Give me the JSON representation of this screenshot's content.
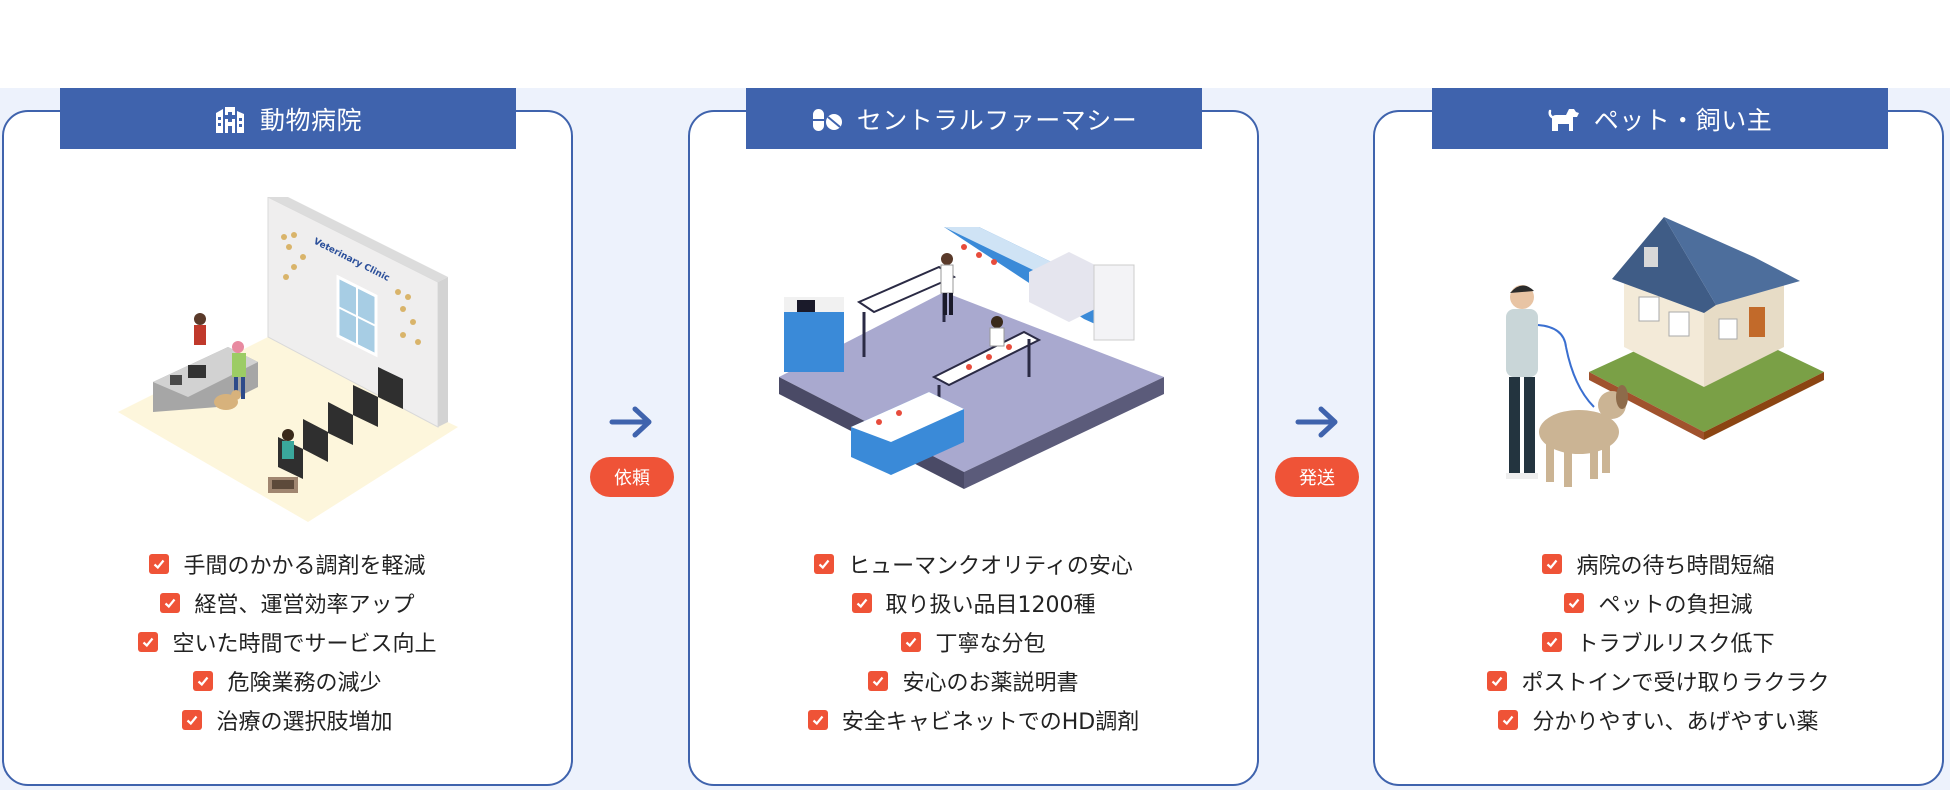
{
  "colors": {
    "primary": "#3f63ad",
    "accent": "#ef5337",
    "band": "#edf2fc"
  },
  "cards": [
    {
      "title": "動物病院",
      "icon": "hospital-building-icon",
      "illustration": "veterinary-clinic-illustration",
      "sign_text": "Veterinary Clinic",
      "items": [
        "手間のかかる調剤を軽減",
        "経営、運営効率アップ",
        "空いた時間でサービス向上",
        "危険業務の減少",
        "治療の選択肢増加"
      ]
    },
    {
      "title": "セントラルファーマシー",
      "icon": "pills-icon",
      "illustration": "pharmacy-lab-illustration",
      "items": [
        "ヒューマンクオリティの安心",
        "取り扱い品目1200種",
        "丁寧な分包",
        "安心のお薬説明書",
        "安全キャビネットでのHD調剤"
      ]
    },
    {
      "title": "ペット・飼い主",
      "icon": "dog-icon",
      "illustration": "owner-walking-dog-illustration",
      "items": [
        "病院の待ち時間短縮",
        "ペットの負担減",
        "トラブルリスク低下",
        "ポストインで受け取りラクラク",
        "分かりやすい、あげやすい薬"
      ]
    }
  ],
  "flow": [
    {
      "label": "依頼",
      "icon": "arrow-right-icon"
    },
    {
      "label": "発送",
      "icon": "arrow-right-icon"
    }
  ]
}
